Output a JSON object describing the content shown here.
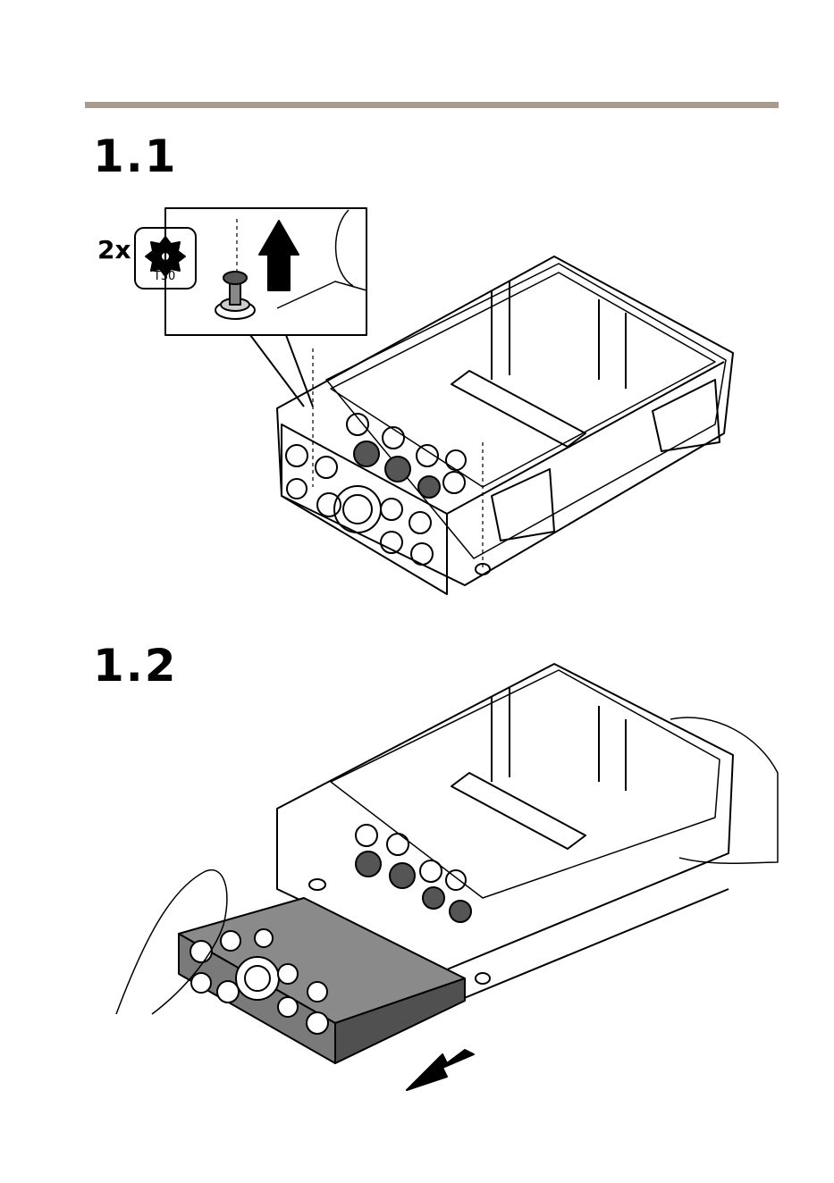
{
  "step_1": {
    "number": "1.1",
    "quantity": "2x",
    "bit_label": "T30"
  },
  "step_2": {
    "number": "1.2"
  },
  "colors": {
    "rule": "#a89a90",
    "line": "#000000",
    "plate": "#7a7a7a",
    "plate_dark": "#505050"
  }
}
